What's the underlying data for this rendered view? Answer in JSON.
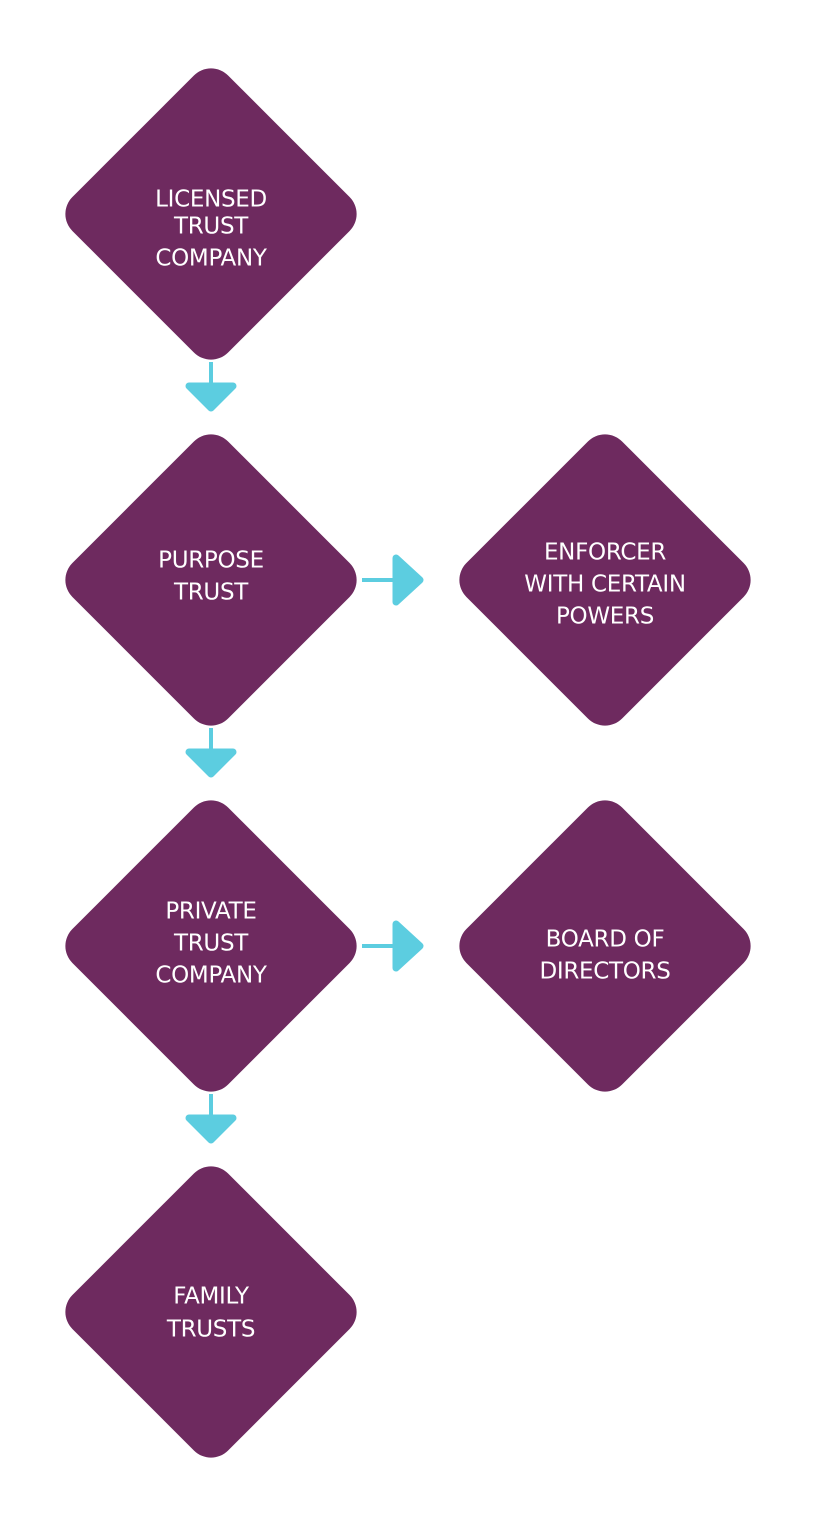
{
  "colors": {
    "node_fill": "#6e2a5f",
    "node_text": "#ffffff",
    "connector": "#5ccde0",
    "background": "#ffffff"
  },
  "nodes": [
    {
      "id": "licensed-trust-company",
      "lines": [
        "LICENSED",
        "TRUST",
        "COMPANY"
      ]
    },
    {
      "id": "purpose-trust",
      "lines": [
        "PURPOSE",
        "TRUST"
      ]
    },
    {
      "id": "enforcer",
      "lines": [
        "ENFORCER",
        "WITH CERTAIN",
        "POWERS"
      ]
    },
    {
      "id": "private-trust-company",
      "lines": [
        "PRIVATE",
        "TRUST",
        "COMPANY"
      ]
    },
    {
      "id": "board-of-directors",
      "lines": [
        "BOARD OF",
        "DIRECTORS"
      ]
    },
    {
      "id": "family-trusts",
      "lines": [
        "FAMILY",
        "TRUSTS"
      ]
    }
  ],
  "edges": [
    {
      "from": "licensed-trust-company",
      "to": "purpose-trust",
      "direction": "down"
    },
    {
      "from": "purpose-trust",
      "to": "enforcer",
      "direction": "right"
    },
    {
      "from": "purpose-trust",
      "to": "private-trust-company",
      "direction": "down"
    },
    {
      "from": "private-trust-company",
      "to": "board-of-directors",
      "direction": "right"
    },
    {
      "from": "private-trust-company",
      "to": "family-trusts",
      "direction": "down"
    }
  ]
}
